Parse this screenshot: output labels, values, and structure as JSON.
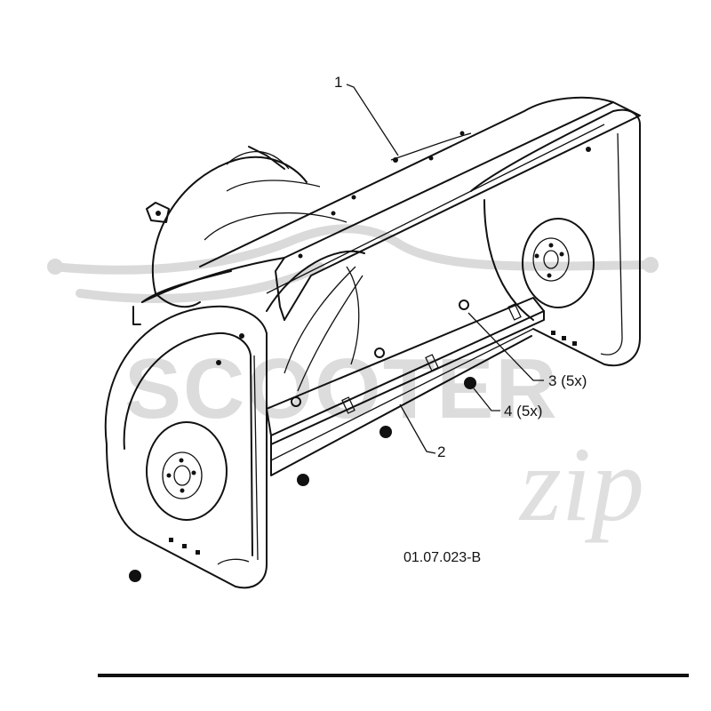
{
  "callouts": [
    {
      "id": "1",
      "text": "1"
    },
    {
      "id": "2",
      "text": "2"
    },
    {
      "id": "3",
      "text": "3 (5x)"
    },
    {
      "id": "4",
      "text": "4 (5x)"
    }
  ],
  "drawing_number": "01.07.023-B",
  "watermark": {
    "word": "SCOOTER",
    "script": "zip"
  },
  "colors": {
    "line": "#111111",
    "watermark": "#d6d6d6",
    "background": "#ffffff"
  }
}
